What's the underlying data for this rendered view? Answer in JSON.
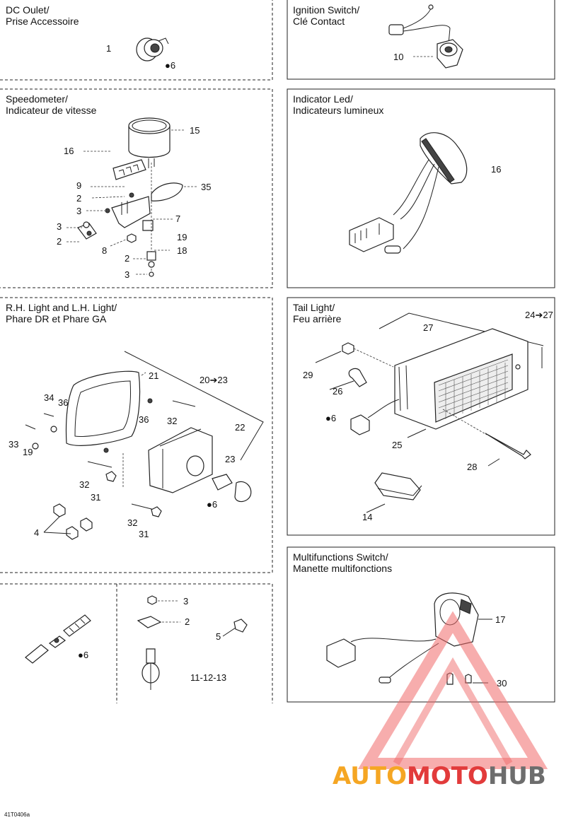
{
  "panels": {
    "dc_outlet": {
      "title_en": "DC Oulet/",
      "title_fr": "Prise Accessoire",
      "labels": {
        "a": "1",
        "b": "6"
      }
    },
    "ignition": {
      "title_en": "Ignition Switch/",
      "title_fr": "Clé Contact",
      "labels": {
        "a": "10"
      }
    },
    "speedometer": {
      "title_en": "Speedometer/",
      "title_fr": "Indicateur de vitesse",
      "labels": {
        "l15": "15",
        "l16": "16",
        "l9": "9",
        "l2a": "2",
        "l3a": "3",
        "l35": "35",
        "l7": "7",
        "l3b": "3",
        "l2b": "2",
        "l19": "19",
        "l8": "8",
        "l18": "18",
        "l2c": "2",
        "l3c": "3"
      }
    },
    "indicator_led": {
      "title_en": "Indicator Led/",
      "title_fr": "Indicateurs lumineux",
      "labels": {
        "l16": "16"
      }
    },
    "headlights": {
      "title_en": "R.H. Light and L.H. Light/",
      "title_fr": "Phare DR et Phare GA",
      "labels": {
        "l21": "21",
        "l20": "20➔23",
        "l34": "34",
        "l36a": "36",
        "l36b": "36",
        "l32a": "32",
        "l22": "22",
        "l33": "33",
        "l19": "19",
        "l23": "23",
        "l32b": "32",
        "l31a": "31",
        "l6": "6",
        "l4": "4",
        "l32c": "32",
        "l31b": "31"
      }
    },
    "tail_light": {
      "title_en": "Tail Light/",
      "title_fr": "Feu arrière",
      "labels": {
        "l24": "24➔27",
        "l27": "27",
        "l29": "29",
        "l26": "26",
        "l6": "6",
        "l25": "25",
        "l28": "28",
        "l14": "14"
      }
    },
    "bottom_left": {
      "labels": {
        "l6": "6"
      }
    },
    "bottom_mid": {
      "labels": {
        "l3": "3",
        "l2": "2",
        "l5": "5",
        "l11": "11-12-13"
      }
    },
    "multifunction": {
      "title_en": "Multifunctions Switch/",
      "title_fr": "Manette multifonctions",
      "labels": {
        "l17": "17",
        "l30": "30"
      }
    }
  },
  "watermark": {
    "part1": "AUTO",
    "part2": "MOTO",
    "part3": "HUB",
    "color1": "#f5a623",
    "color2": "#e23b3b",
    "color3": "#6d6d6d"
  },
  "figure_ref": "41T0406a"
}
